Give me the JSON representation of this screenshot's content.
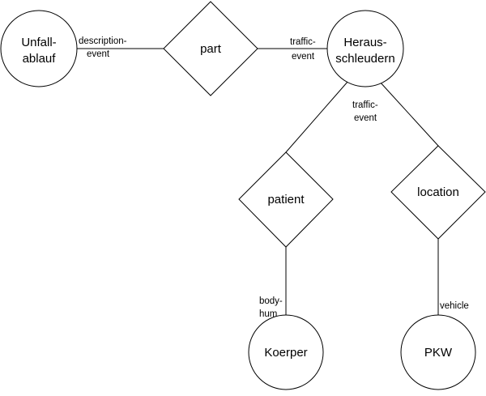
{
  "diagram": {
    "entities": {
      "unfallablauf": [
        "Unfall-",
        "ablauf"
      ],
      "herausschleudern": [
        "Heraus-",
        "schleudern"
      ],
      "koerper": [
        "Koerper"
      ],
      "pkw": [
        "PKW"
      ]
    },
    "relations": {
      "part": "part",
      "patient": "patient",
      "location": "location"
    },
    "edge_labels": {
      "description_event": [
        "description-",
        "event"
      ],
      "traffic_event_part": [
        "traffic-",
        "event"
      ],
      "traffic_event_branch": [
        "traffic-",
        "event"
      ],
      "body_hum": [
        "body-",
        "hum"
      ],
      "vehicle": [
        "vehicle"
      ]
    }
  }
}
